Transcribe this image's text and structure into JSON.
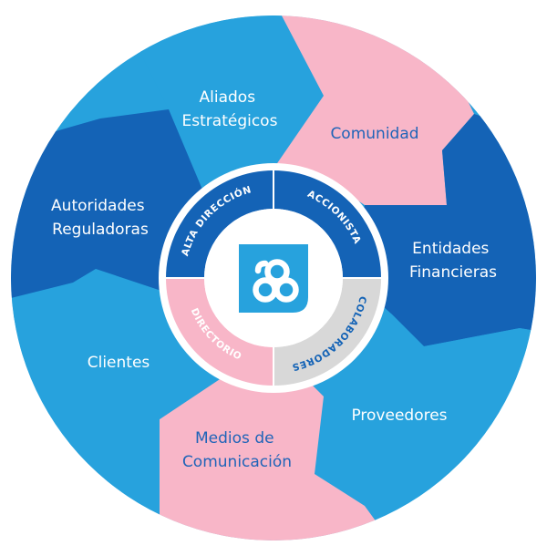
{
  "colors": {
    "light_blue": "#27a2dd",
    "dark_blue": "#1463b6",
    "pink": "#f8b6c8",
    "gray": "#d8d8d8",
    "white": "#ffffff",
    "pink_text": "#1f64b8"
  },
  "outer_segments": [
    {
      "id": "aliados",
      "lines": [
        "Aliados",
        "Estratégicos"
      ],
      "color": "light_blue"
    },
    {
      "id": "comunidad",
      "lines": [
        "Comunidad"
      ],
      "color": "pink"
    },
    {
      "id": "entidades",
      "lines": [
        "Entidades",
        "Financieras"
      ],
      "color": "dark_blue"
    },
    {
      "id": "proveedores",
      "lines": [
        "Proveedores"
      ],
      "color": "light_blue"
    },
    {
      "id": "medios",
      "lines": [
        "Medios de",
        "Comunicación"
      ],
      "color": "pink"
    },
    {
      "id": "clientes",
      "lines": [
        "Clientes"
      ],
      "color": "light_blue"
    },
    {
      "id": "autoridades",
      "lines": [
        "Autoridades",
        "Reguladoras"
      ],
      "color": "dark_blue"
    }
  ],
  "inner_ring": [
    {
      "id": "alta-direccion",
      "label": "ALTA DIRECCIÓN",
      "color": "dark_blue"
    },
    {
      "id": "accionista",
      "label": "ACCIONISTA",
      "color": "dark_blue"
    },
    {
      "id": "colaboradores",
      "label": "COLABORADORES",
      "color": "gray"
    },
    {
      "id": "directorio",
      "label": "DIRECTORIO",
      "color": "pink"
    }
  ],
  "logo_icon": "company-logo-icon"
}
